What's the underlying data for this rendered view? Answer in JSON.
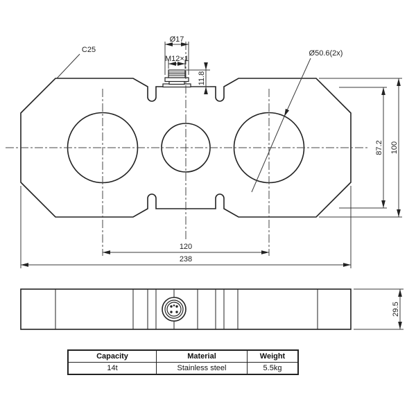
{
  "colors": {
    "line": "#222222",
    "background": "#ffffff"
  },
  "top_view": {
    "labels": {
      "chamfer": "C25",
      "boss_diameter": "Ø17",
      "thread": "M12×1",
      "boss_height": "11.8",
      "hole_diameter": "Ø50.6(2x)",
      "inner_height": "87.2",
      "overall_height": "100",
      "hole_spacing": "120",
      "overall_length": "238"
    }
  },
  "front_view": {
    "labels": {
      "thickness": "29.5"
    }
  },
  "spec_table": {
    "headers": [
      "Capacity",
      "Material",
      "Weight"
    ],
    "values": [
      "14t",
      "Stainless steel",
      "5.5kg"
    ]
  }
}
